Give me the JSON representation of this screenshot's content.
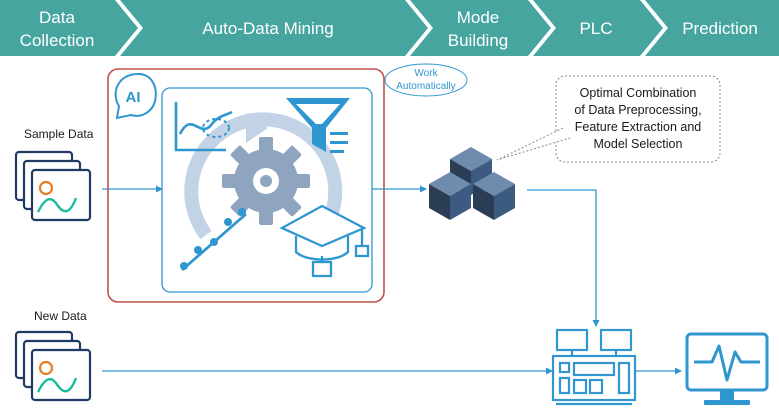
{
  "process_steps": [
    {
      "line1": "Data",
      "line2": "Collection"
    },
    {
      "line1": "Auto-Data Mining",
      "line2": ""
    },
    {
      "line1": "Mode",
      "line2": "Building"
    },
    {
      "line1": "PLC",
      "line2": ""
    },
    {
      "line1": "Prediction",
      "line2": ""
    }
  ],
  "inputs": {
    "sample_data_label": "Sample Data",
    "new_data_label": "New Data"
  },
  "badges": {
    "ai_label": "AI",
    "work_line1": "Work",
    "work_line2": "Automatically"
  },
  "callout": {
    "line1": "Optimal Combination",
    "line2": "of Data Preprocessing,",
    "line3": "Feature Extraction and",
    "line4": "Model Selection"
  },
  "icons": {
    "mining": [
      "trend-chart-icon",
      "funnel-filter-icon",
      "gear-cycle-icon",
      "scatter-line-icon",
      "graduation-cap-icon"
    ],
    "model": "stacked-cubes-icon",
    "plc": "plc-controller-icon",
    "prediction": "monitor-pulse-icon",
    "data": "image-stack-icon"
  },
  "colors": {
    "chevron": "#47a5a0",
    "accent_blue": "#2f96cf",
    "dark_navy": "#1f3b63",
    "highlight_red": "#c0504d",
    "cube_dark": "#2c3e56",
    "cube_light": "#6f8cae"
  }
}
